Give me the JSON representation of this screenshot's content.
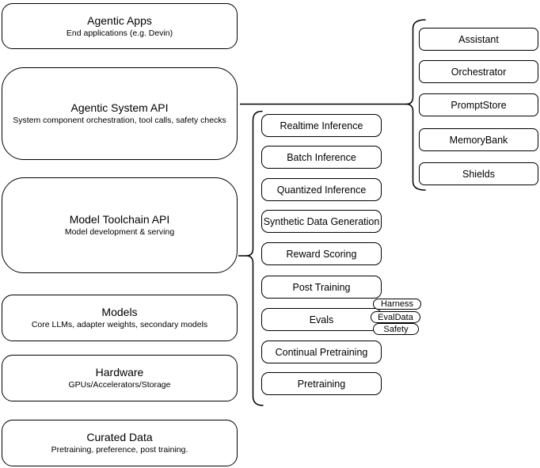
{
  "colors": {
    "stroke": "#000000",
    "background": "#ffffff",
    "text": "#000000"
  },
  "left_stack": [
    {
      "title": "Agentic Apps",
      "subtitle": "End applications (e.g. Devin)"
    },
    {
      "title": "Agentic System API",
      "subtitle": "System component orchestration, tool calls, safety checks"
    },
    {
      "title": "Model Toolchain API",
      "subtitle": "Model development & serving"
    },
    {
      "title": "Models",
      "subtitle": "Core LLMs, adapter weights, secondary models"
    },
    {
      "title": "Hardware",
      "subtitle": "GPUs/Accelerators/Storage"
    },
    {
      "title": "Curated Data",
      "subtitle": "Pretraining, preference, post training."
    }
  ],
  "toolchain_components": [
    "Realtime Inference",
    "Batch Inference",
    "Quantized Inference",
    "Synthetic Data Generation",
    "Reward Scoring",
    "Post Training",
    "Evals",
    "Continual Pretraining",
    "Pretraining"
  ],
  "evals_tags": [
    "Harness",
    "EvalData",
    "Safety"
  ],
  "system_components": [
    "Assistant",
    "Orchestrator",
    "PromptStore",
    "MemoryBank",
    "Shields"
  ]
}
